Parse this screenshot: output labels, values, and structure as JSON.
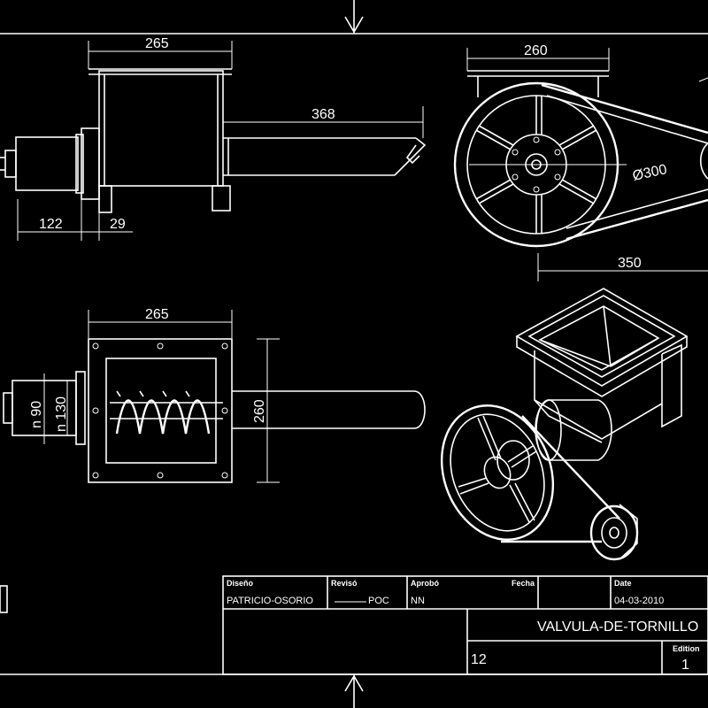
{
  "dimensions": {
    "top_width": "265",
    "shaft_length": "368",
    "motor_length": "122",
    "flange_width": "29",
    "end_width": "260",
    "pulley_diameter": "Ø300",
    "center_distance": "350",
    "plan_width": "265",
    "plan_height": "260",
    "shaft_small": "n 90",
    "shaft_large": "n 130"
  },
  "title_block": {
    "design_label": "Diseño",
    "design_value": "PATRICIO-OSORIO",
    "reviewed_label": "Revisó",
    "reviewed_value": "POC",
    "approved_label": "Aprobó",
    "approved_value": "NN",
    "date_label": "Fecha",
    "date2_label": "Date",
    "date_value": "04-03-2010",
    "title": "VALVULA-DE-TORNILLO",
    "sheet": "12",
    "edition_label": "Edition",
    "edition_value": "1"
  }
}
